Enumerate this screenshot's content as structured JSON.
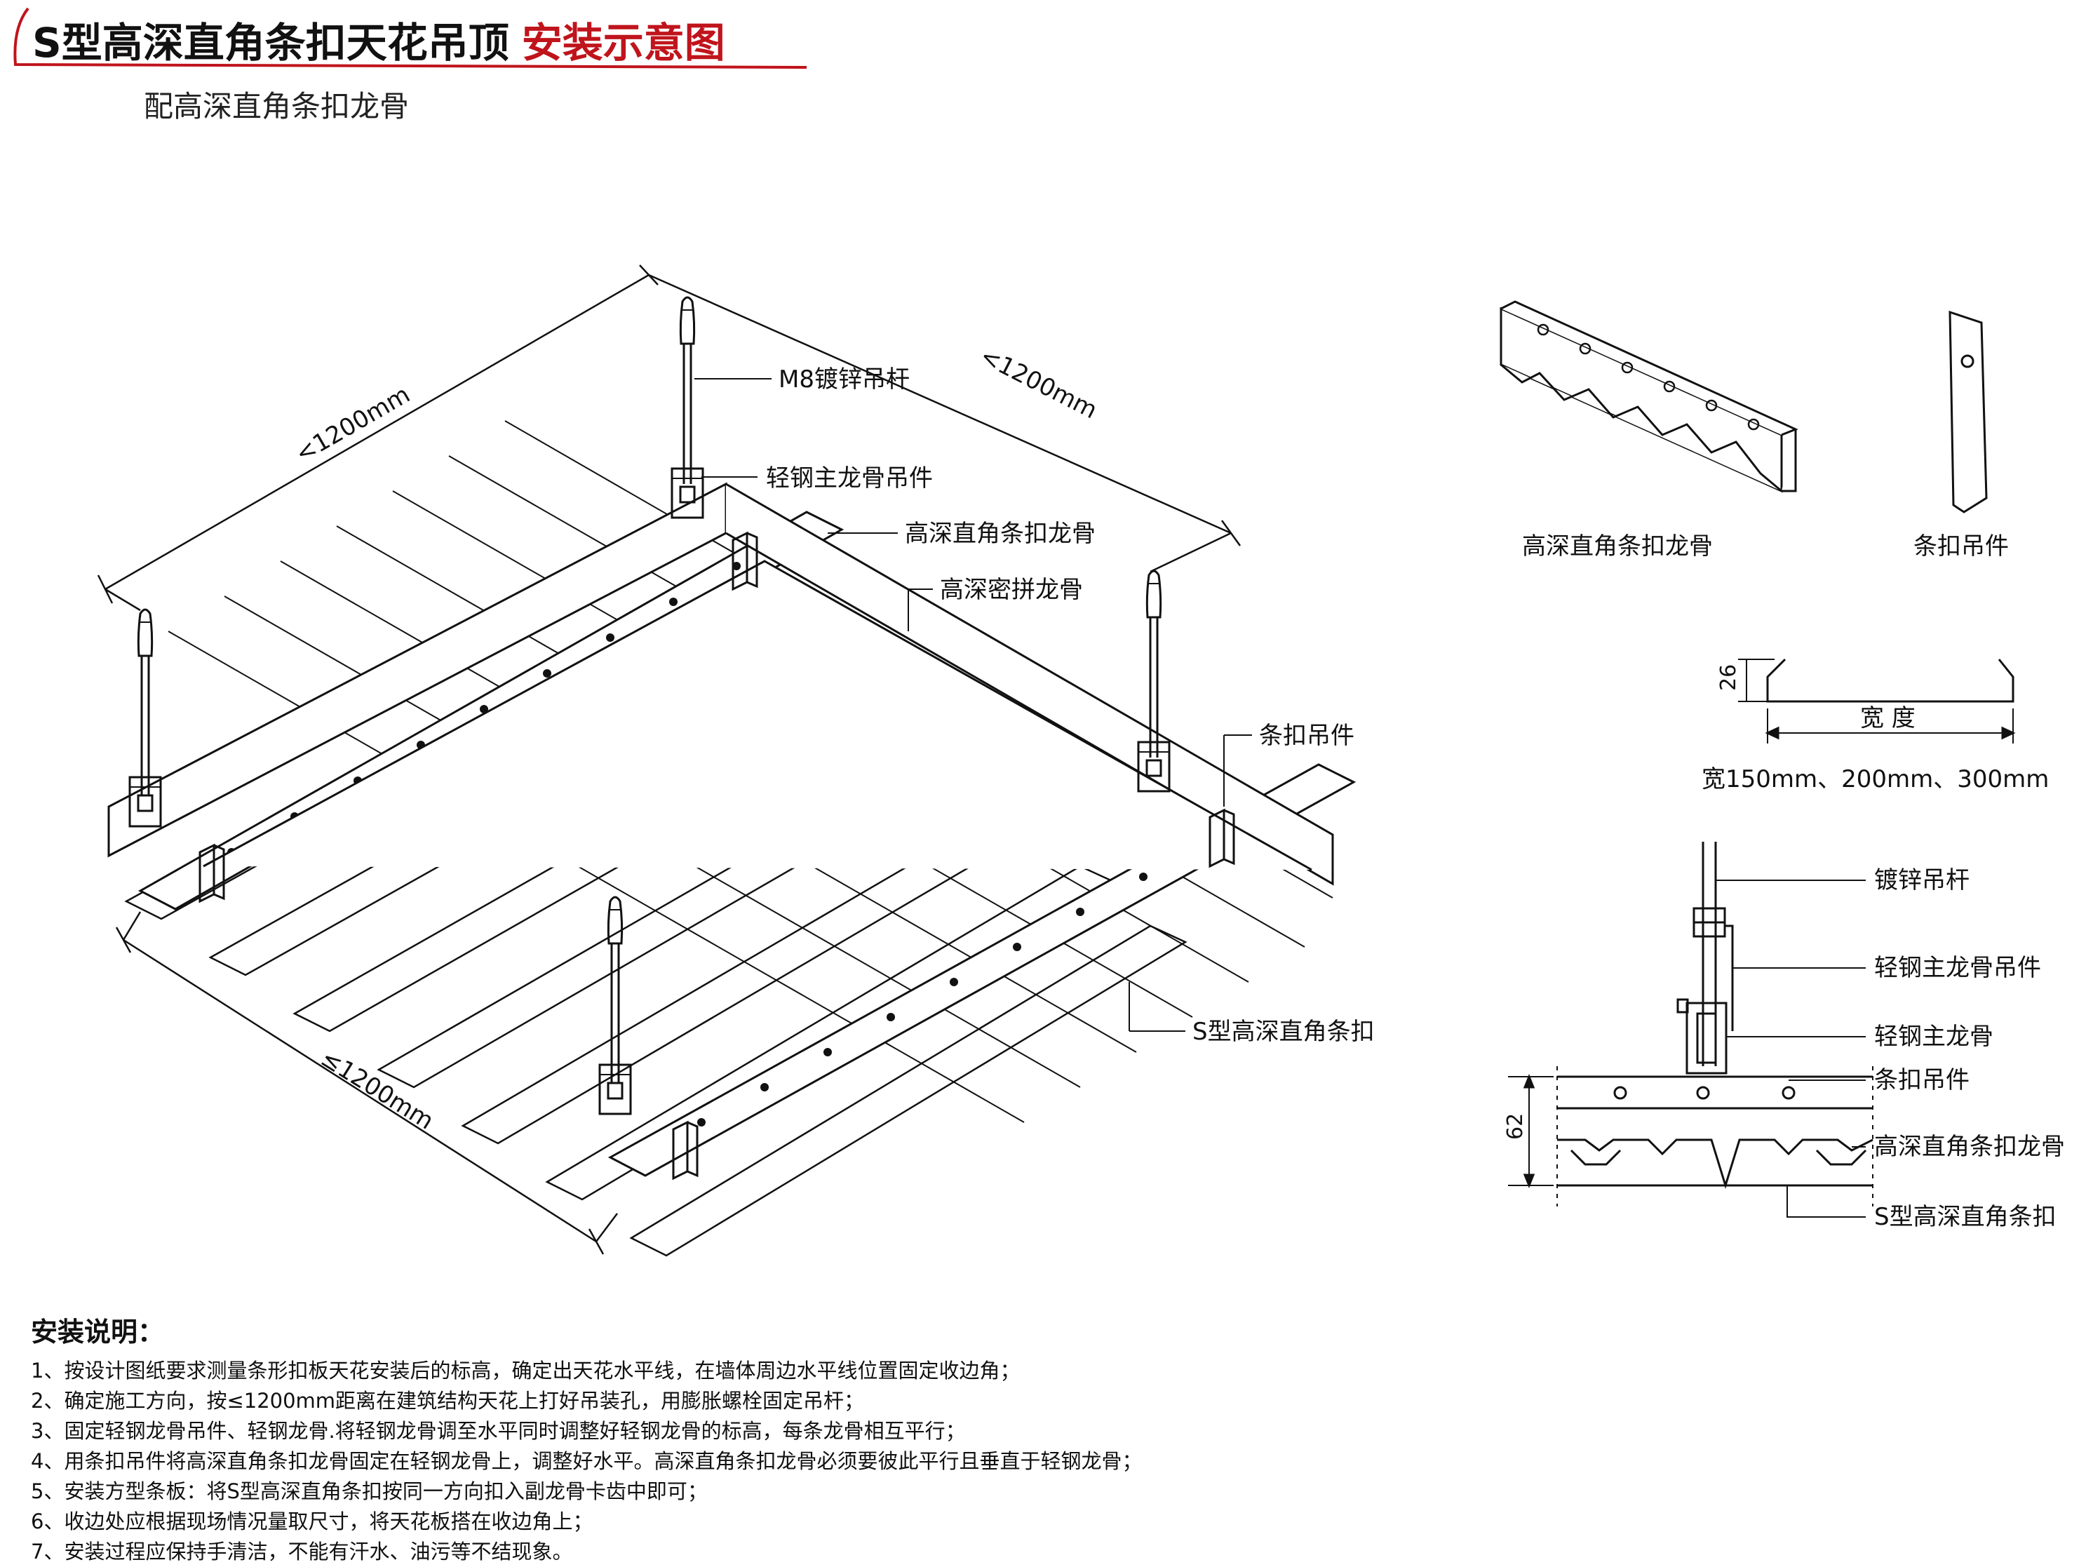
{
  "header": {
    "title_main": "S型高深直角条扣天花吊顶",
    "title_accent": "安装示意图",
    "subtitle": "配高深直角条扣龙骨"
  },
  "colors": {
    "accent": "#c0141c",
    "line": "#111111"
  },
  "isometric": {
    "dim_back_left": "<1200mm",
    "dim_back_right": "<1200mm",
    "dim_front": "≤1200mm",
    "labels": {
      "rod": "M8镀锌吊杆",
      "main_hanger": "轻钢主龙骨吊件",
      "keel": "高深直角条扣龙骨",
      "dense_keel": "高深密拼龙骨",
      "strip_hanger": "条扣吊件",
      "panel": "S型高深直角条扣"
    }
  },
  "parts": {
    "keel_caption": "高深直角条扣龙骨",
    "hanger_caption": "条扣吊件"
  },
  "profile": {
    "height_label": "26",
    "width_label": "宽 度",
    "widths": "宽150mm、200mm、300mm"
  },
  "section": {
    "height_label": "62",
    "labels": {
      "rod": "镀锌吊杆",
      "main_hanger": "轻钢主龙骨吊件",
      "main_keel": "轻钢主龙骨",
      "strip_hanger": "条扣吊件",
      "keel": "高深直角条扣龙骨",
      "panel": "S型高深直角条扣"
    }
  },
  "notes": {
    "title": "安装说明：",
    "items": [
      "1、按设计图纸要求测量条形扣板天花安装后的标高，确定出天花水平线，在墙体周边水平线位置固定收边角；",
      "2、确定施工方向，按≤1200mm距离在建筑结构天花上打好吊装孔，用膨胀螺栓固定吊杆；",
      "3、固定轻钢龙骨吊件、轻钢龙骨.将轻钢龙骨调至水平同时调整好轻钢龙骨的标高，每条龙骨相互平行；",
      "4、用条扣吊件将高深直角条扣龙骨固定在轻钢龙骨上，调整好水平。高深直角条扣龙骨必须要彼此平行且垂直于轻钢龙骨；",
      "5、安装方型条板：将S型高深直角条扣按同一方向扣入副龙骨卡齿中即可；",
      "6、收边处应根据现场情况量取尺寸，将天花板搭在收边角上；",
      "7、安装过程应保持手清洁，不能有汗水、油污等不结现象。"
    ]
  }
}
